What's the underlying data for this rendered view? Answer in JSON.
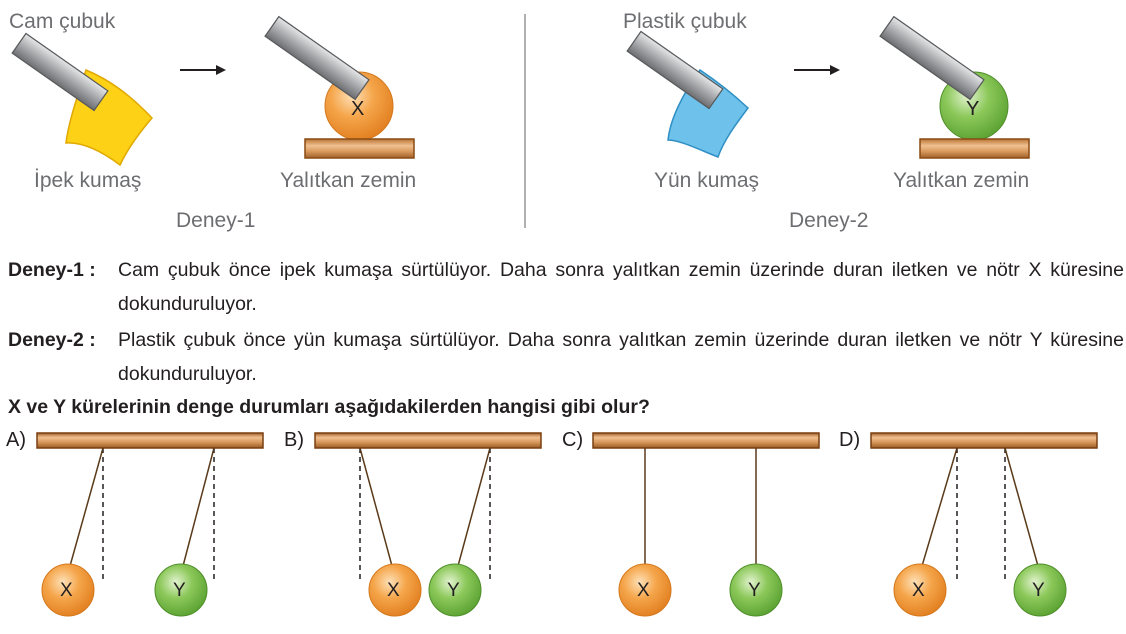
{
  "experiment1": {
    "rod_label": "Cam çubuk",
    "cloth_label": "İpek kumaş",
    "base_label": "Yalıtkan zemin",
    "sphere_label": "X",
    "title": "Deney-1"
  },
  "experiment2": {
    "rod_label": "Plastik çubuk",
    "cloth_label": "Yün kumaş",
    "base_label": "Yalıtkan zemin",
    "sphere_label": "Y",
    "title": "Deney-2"
  },
  "descriptions": [
    {
      "label": "Deney-1 :",
      "text": "Cam çubuk önce ipek kumaşa sürtülüyor. Daha sonra yalıtkan zemin üzerinde duran iletken ve nötr X küresine dokunduruluyor."
    },
    {
      "label": "Deney-2 :",
      "text": "Plastik çubuk önce yün kumaşa sürtülüyor. Daha sonra yalıtkan zemin üzerinde duran iletken ve nötr Y küresine dokunduruluyor."
    }
  ],
  "question": "X ve Y kürelerinin denge durumları aşağıdakilerden hangisi gibi olur?",
  "options": [
    {
      "letter": "A)",
      "sphere1": "X",
      "sphere2": "Y"
    },
    {
      "letter": "B)",
      "sphere1": "X",
      "sphere2": "Y"
    },
    {
      "letter": "C)",
      "sphere1": "X",
      "sphere2": "Y"
    },
    {
      "letter": "D)",
      "sphere1": "X",
      "sphere2": "Y"
    }
  ],
  "colors": {
    "orange_sphere": "#f39a3e",
    "green_sphere": "#7bc043",
    "yellow_cloth": "#fcd116",
    "blue_cloth": "#6ec1ea",
    "wood": "#d99a5e",
    "label_gray": "#6d6e71"
  }
}
